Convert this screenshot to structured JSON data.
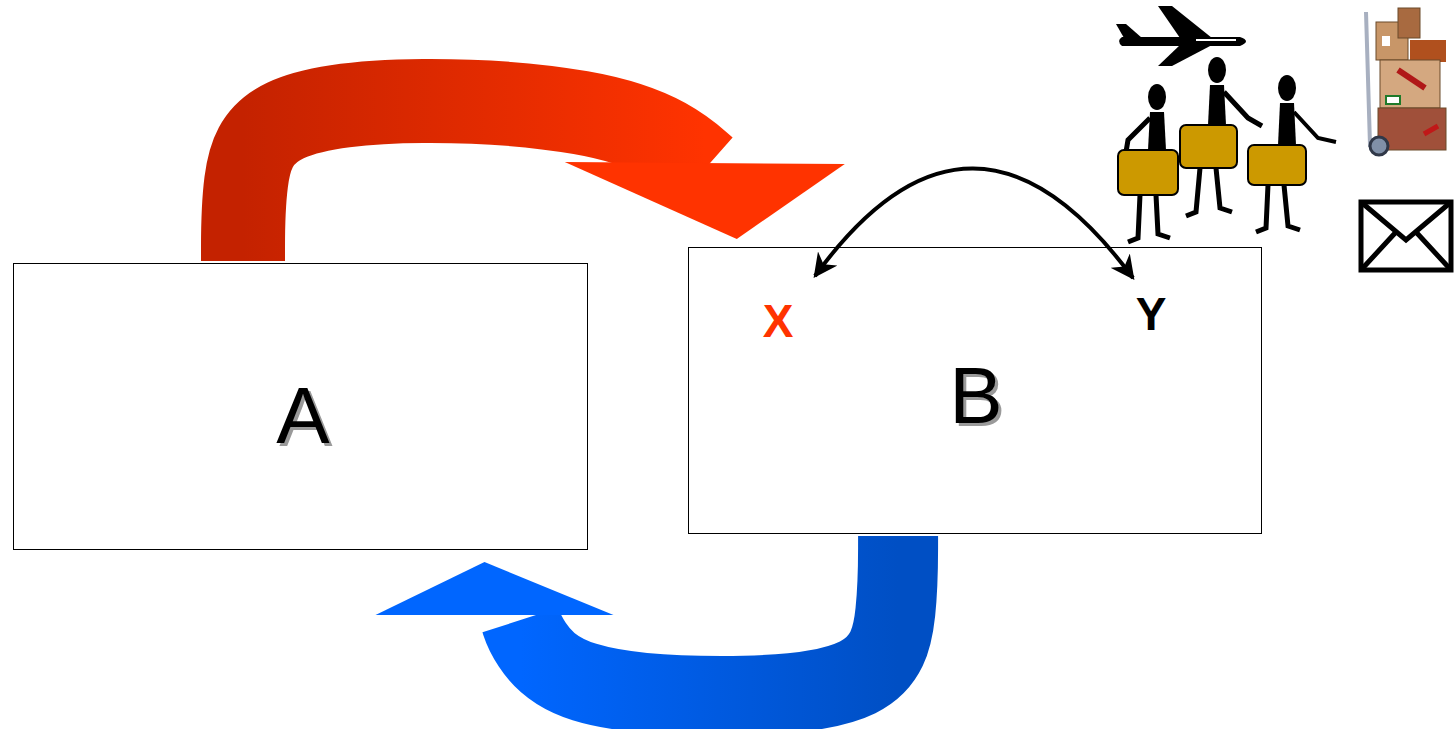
{
  "diagram": {
    "nodes": [
      {
        "text": [
          "A"
        ]
      },
      {
        "text": [
          "X",
          "Y",
          "B"
        ]
      }
    ],
    "edges": [
      {
        "from": 0,
        "to": 1,
        "arrow": "to"
      },
      {
        "from": 1,
        "to": 0,
        "arrow": "to"
      }
    ]
  }
}
